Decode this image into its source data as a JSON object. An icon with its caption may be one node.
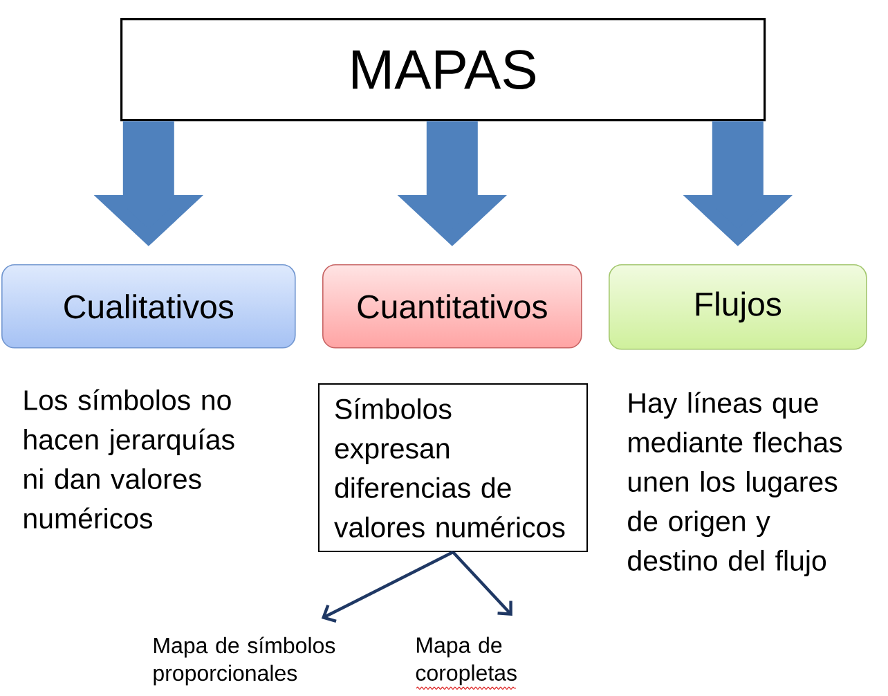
{
  "diagram": {
    "nodes": [
      {
        "text": [
          "MAPAS"
        ]
      },
      {
        "text": [
          "Cualitativos"
        ]
      },
      {
        "text": [
          "Cuantitativos"
        ]
      },
      {
        "text": [
          "Flujos"
        ]
      },
      {
        "text": [
          "Símbolos expresan diferencias de valores numéricos"
        ]
      },
      {
        "text": [
          "Mapa de símbolos proporcionales"
        ]
      },
      {
        "text": [
          "Mapa de coropletas"
        ]
      }
    ],
    "edges": [
      {
        "from": 0,
        "to": 1,
        "arrow": "to"
      },
      {
        "from": 0,
        "to": 2,
        "arrow": "to"
      },
      {
        "from": 0,
        "to": 3,
        "arrow": "to"
      },
      {
        "from": 4,
        "to": 5,
        "arrow": "to",
        "color": "#1f3864"
      },
      {
        "from": 4,
        "to": 6,
        "arrow": "to",
        "color": "#1f3864"
      }
    ],
    "labels": [
      "Los símbolos no hacen jerarquías ni dan valores numéricos",
      "Hay líneas que mediante flechas unen los lugares de origen y destino del flujo"
    ]
  }
}
